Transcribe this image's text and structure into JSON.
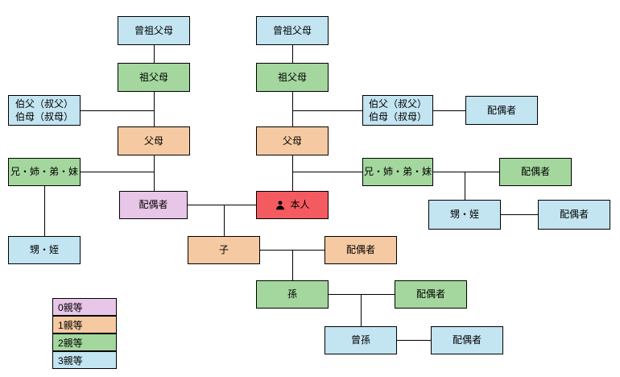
{
  "palette": {
    "degree0": "#e8c6e8",
    "degree1": "#f5c9a2",
    "degree2": "#a4d79e",
    "degree3": "#c3e4f1",
    "self": "#f45b60",
    "line": "#000000",
    "border": "#000000"
  },
  "nodes": {
    "great_grandparents_left": {
      "label": "曾祖父母",
      "degree": 3
    },
    "great_grandparents_right": {
      "label": "曾祖父母",
      "degree": 3
    },
    "grandparents_left": {
      "label": "祖父母",
      "degree": 2
    },
    "grandparents_right": {
      "label": "祖父母",
      "degree": 2
    },
    "uncle_aunt_left": {
      "label": "伯父（叔父）\n伯母（叔母）",
      "degree": 3
    },
    "uncle_aunt_right": {
      "label": "伯父（叔父）\n伯母（叔母）",
      "degree": 3
    },
    "uncle_aunt_right_spouse": {
      "label": "配偶者",
      "degree": 3
    },
    "parents_left": {
      "label": "父母",
      "degree": 1
    },
    "parents_right": {
      "label": "父母",
      "degree": 1
    },
    "siblings_left": {
      "label": "兄・姉・弟・妹",
      "degree": 2
    },
    "siblings_right": {
      "label": "兄・姉・弟・妹",
      "degree": 2
    },
    "siblings_right_spouse": {
      "label": "配偶者",
      "degree": 2
    },
    "self_spouse": {
      "label": "配偶者",
      "degree": 0
    },
    "self": {
      "label": "本人"
    },
    "nephew_niece_right": {
      "label": "甥・姪",
      "degree": 3
    },
    "nephew_niece_right_spouse": {
      "label": "配偶者",
      "degree": 3
    },
    "nephew_niece_left": {
      "label": "甥・姪",
      "degree": 3
    },
    "child": {
      "label": "子",
      "degree": 1
    },
    "child_spouse": {
      "label": "配偶者",
      "degree": 1
    },
    "grandchild": {
      "label": "孫",
      "degree": 2
    },
    "grandchild_spouse": {
      "label": "配偶者",
      "degree": 2
    },
    "great_grandchild": {
      "label": "曾孫",
      "degree": 3
    },
    "great_grandchild_spouse": {
      "label": "配偶者",
      "degree": 3
    }
  },
  "legend": {
    "items": [
      {
        "label": "0親等",
        "degree": 0
      },
      {
        "label": "1親等",
        "degree": 1
      },
      {
        "label": "2親等",
        "degree": 2
      },
      {
        "label": "3親等",
        "degree": 3
      }
    ]
  }
}
